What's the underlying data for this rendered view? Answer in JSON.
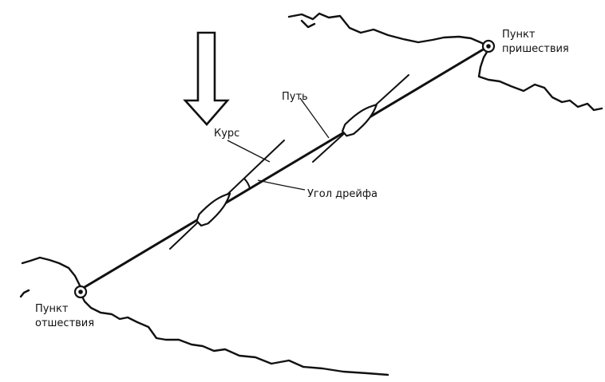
{
  "labels": {
    "arrival_point_line1": "Пункт",
    "arrival_point_line2": "пришествия",
    "departure_point_line1": "Пункт",
    "departure_point_line2": "отшествия",
    "track": "Путь",
    "course": "Курс",
    "drift_angle": "Угол дрейфа"
  },
  "icons": {
    "wind_direction": "down-arrow-icon",
    "departure_marker": "circled-dot-icon",
    "arrival_marker": "circled-dot-icon",
    "vessel": "boat-icon"
  },
  "colors": {
    "ink": "#111111",
    "paper": "#ffffff"
  }
}
